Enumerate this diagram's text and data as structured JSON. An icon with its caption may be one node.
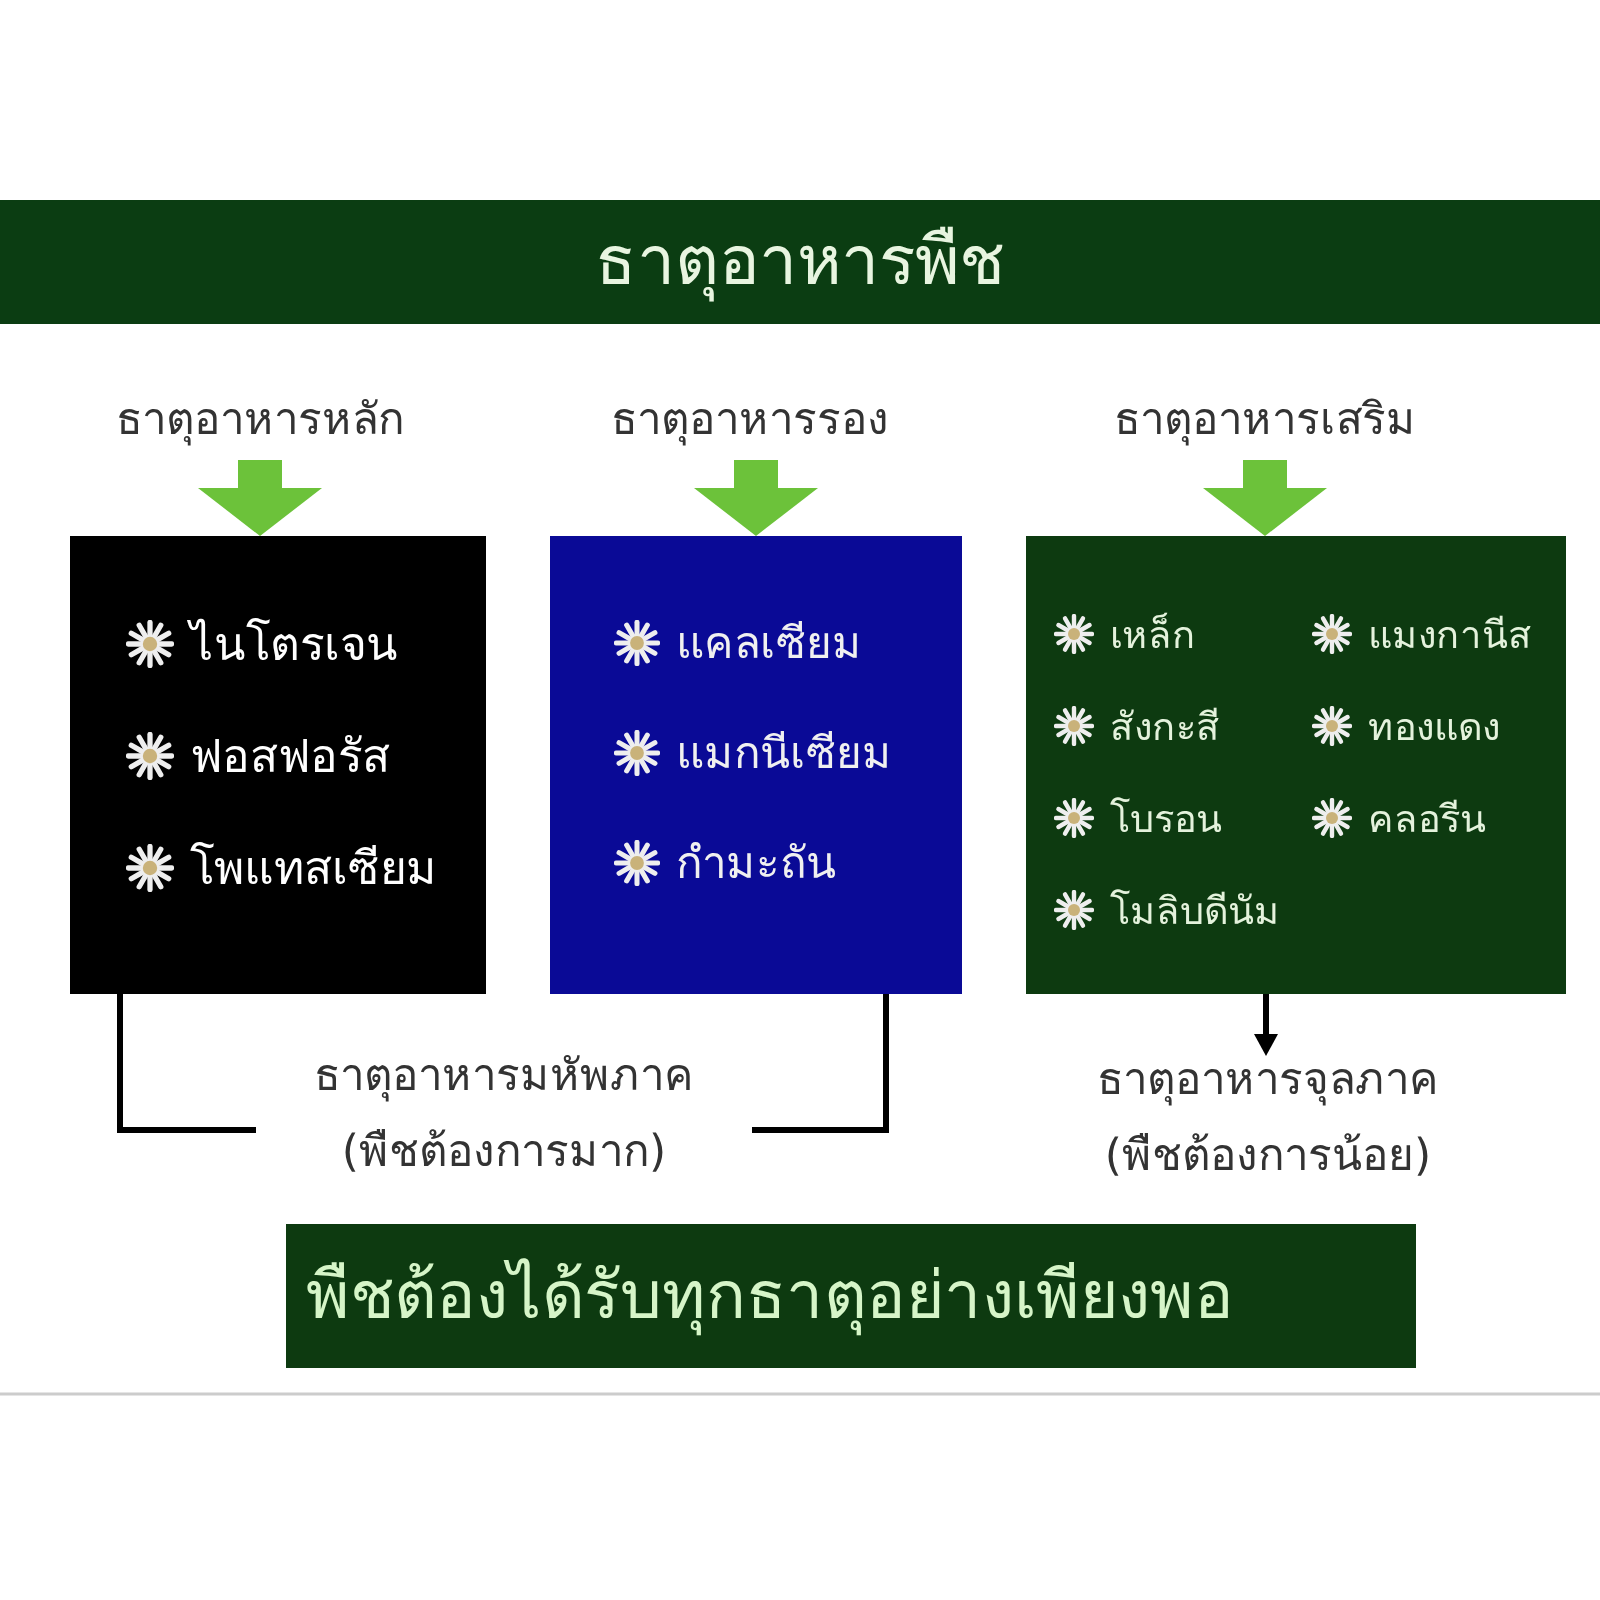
{
  "diagram": {
    "title": "ธาตุอาหารพืช",
    "nodes": [
      {
        "text": [
          "ธาตุอาหารหลัก"
        ]
      },
      {
        "text": [
          "ไนโตรเจน",
          "ฟอสฟอรัส",
          "โพแทสเซียม"
        ]
      },
      {
        "text": [
          "ธาตุอาหารรอง"
        ]
      },
      {
        "text": [
          "แคลเซียม",
          "แมกนีเซียม",
          "กำมะถัน"
        ]
      },
      {
        "text": [
          "ธาตุอาหารเสริม"
        ]
      },
      {
        "text": [
          "เหล็ก",
          "แมงกานีส",
          "สังกะสี",
          "ทองแดง",
          "โบรอน",
          "คลอรีน",
          "โมลิบดีนัม"
        ]
      },
      {
        "text": [
          "ธาตุอาหารมหัพภาค",
          "(พืชต้องการมาก)"
        ]
      },
      {
        "text": [
          "ธาตุอาหารจุลภาค",
          "(พืชต้องการน้อย)"
        ]
      },
      {
        "text": [
          "พืชต้องได้รับทุกธาตุอย่างเพียงพอ"
        ]
      }
    ],
    "edges": [
      {
        "from": 0,
        "to": 1,
        "arrow": "to",
        "style": "thick",
        "color": "#6cc23a"
      },
      {
        "from": 2,
        "to": 3,
        "arrow": "to",
        "style": "thick",
        "color": "#6cc23a"
      },
      {
        "from": 4,
        "to": 5,
        "arrow": "to",
        "style": "thick",
        "color": "#6cc23a"
      },
      {
        "from": 1,
        "to": 6,
        "arrow": "none",
        "color": "#000000"
      },
      {
        "from": 3,
        "to": 6,
        "arrow": "none",
        "color": "#000000"
      },
      {
        "from": 5,
        "to": 7,
        "arrow": "to",
        "color": "#000000"
      }
    ]
  }
}
